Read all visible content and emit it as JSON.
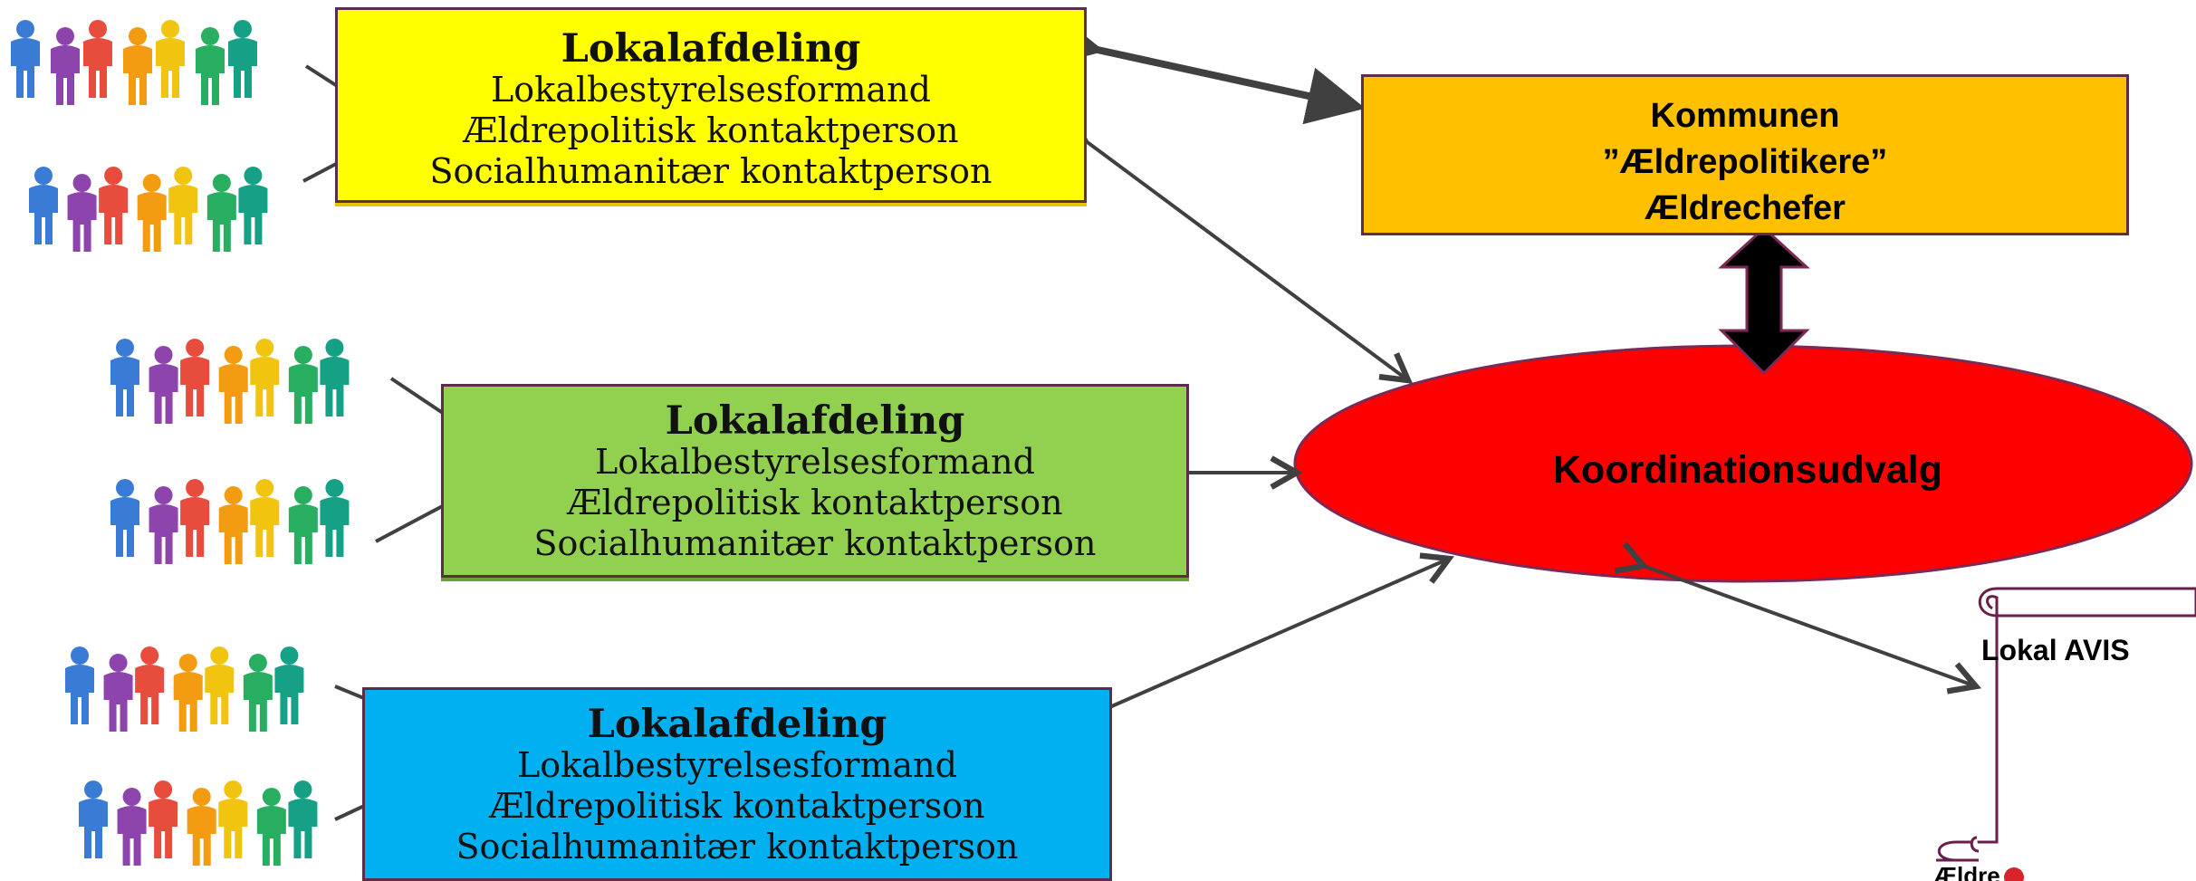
{
  "boxes": {
    "yellow": {
      "title": "Lokalafdeling",
      "lines": [
        "Lokalbestyrelsesformand",
        "Ældrepolitisk kontaktperson",
        "Socialhumanitær kontaktperson"
      ]
    },
    "green": {
      "title": "Lokalafdeling",
      "lines": [
        "Lokalbestyrelsesformand",
        "Ældrepolitisk kontaktperson",
        "Socialhumanitær kontaktperson"
      ]
    },
    "blue": {
      "title": "Lokalafdeling",
      "lines": [
        "Lokalbestyrelsesformand",
        "Ældrepolitisk kontaktperson",
        "Socialhumanitær kontaktperson"
      ]
    }
  },
  "kommune": {
    "lines": [
      "Kommunen",
      "”Ældrepolitikere”",
      "Ældrechefer"
    ]
  },
  "koordination": {
    "label": "Koordinationsudvalg"
  },
  "avis": {
    "label": "Lokal AVIS"
  },
  "footer": {
    "text": "Ældre"
  },
  "colors": {
    "yellow": "#ffff00",
    "green": "#92d050",
    "blue": "#00b0f0",
    "kommune": "#ffc000",
    "ellipse": "#ff0000",
    "arrow": "#404040",
    "border": "#5a2d4a"
  },
  "icons": {
    "crowd": "people-group-icon",
    "scroll": "scroll-icon"
  }
}
